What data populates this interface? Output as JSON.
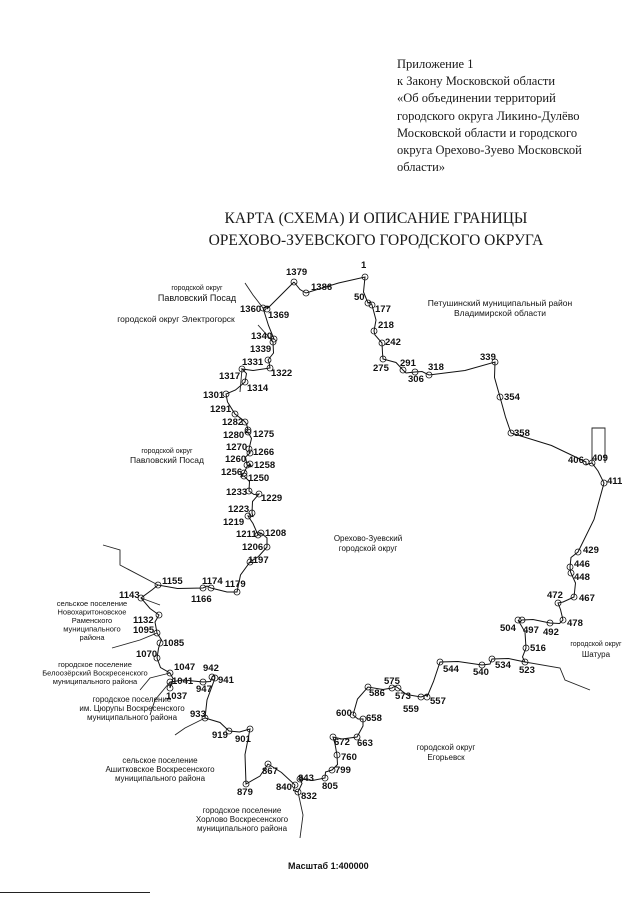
{
  "appendix": {
    "lines": [
      "Приложение 1",
      "к Закону Московской области",
      "«Об объединении территорий",
      "городского округа Ликино-Дулёво",
      "Московской области и городского",
      "округа Орехово-Зуево Московской",
      "области»"
    ]
  },
  "title": {
    "line1": "КАРТА (СХЕМА) И ОПИСАНИЕ ГРАНИЦЫ",
    "line2": "ОРЕХОВО-ЗУЕВСКОГО ГОРОДСКОГО ОКРУГА"
  },
  "regions": [
    {
      "id": "pavlovsky-posad-north",
      "lines": [
        "городской округ",
        "Павловский Посад"
      ]
    },
    {
      "id": "elektrogorsk",
      "lines": [
        "городской округ Электрогорск"
      ]
    },
    {
      "id": "pavlovsky-posad-west",
      "lines": [
        "городской округ",
        "Павловский Посад"
      ]
    },
    {
      "id": "petushinsky",
      "lines": [
        "Петушинский муниципальный район",
        "Владимирской области"
      ]
    },
    {
      "id": "orekhovo-zuevsky",
      "lines": [
        "Орехово-Зуевский",
        "городской округ"
      ]
    },
    {
      "id": "novokharitonovskoe",
      "lines": [
        "сельское поселение",
        "Новохаритоновское",
        "Раменского",
        "муниципального",
        "района"
      ]
    },
    {
      "id": "beloozersky",
      "lines": [
        "городское поселение",
        "Белоозёрский Воскресенского",
        "муниципального района"
      ]
    },
    {
      "id": "tsyurupy",
      "lines": [
        "городское поселение",
        "им. Цюрупы Воскресенского",
        "муниципального района"
      ]
    },
    {
      "id": "ashitkovskoe",
      "lines": [
        "сельское поселение",
        "Ашитковское Воскресенского",
        "муниципального района"
      ]
    },
    {
      "id": "khorlovo",
      "lines": [
        "городское поселение",
        "Хорлово Воскресенского",
        "муниципального района"
      ]
    },
    {
      "id": "shatura",
      "lines": [
        "городской округ",
        "Шатура"
      ]
    },
    {
      "id": "egorievsk",
      "lines": [
        "городской округ",
        "Егорьевск"
      ]
    }
  ],
  "boundary_points": [
    "1379",
    "1386",
    "1",
    "50",
    "177",
    "218",
    "242",
    "275",
    "291",
    "306",
    "318",
    "339",
    "354",
    "358",
    "406",
    "409",
    "411",
    "429",
    "446",
    "448",
    "467",
    "472",
    "478",
    "492",
    "497",
    "504",
    "516",
    "523",
    "534",
    "540",
    "544",
    "557",
    "559",
    "573",
    "575",
    "586",
    "600",
    "658",
    "663",
    "672",
    "760",
    "799",
    "805",
    "843",
    "832",
    "840",
    "867",
    "879",
    "901",
    "919",
    "933",
    "941",
    "942",
    "947",
    "1041",
    "1037",
    "1047",
    "1070",
    "1085",
    "1095",
    "1132",
    "1143",
    "1155",
    "1166",
    "1174",
    "1179",
    "1197",
    "1206",
    "1208",
    "1211",
    "1219",
    "1223",
    "1229",
    "1233",
    "1250",
    "1256",
    "1258",
    "1260",
    "1266",
    "1270",
    "1275",
    "1280",
    "1282",
    "1291",
    "1301",
    "1314",
    "1317",
    "1322",
    "1331",
    "1339",
    "1340",
    "1360",
    "1369"
  ],
  "scale": "Масштаб 1:400000"
}
